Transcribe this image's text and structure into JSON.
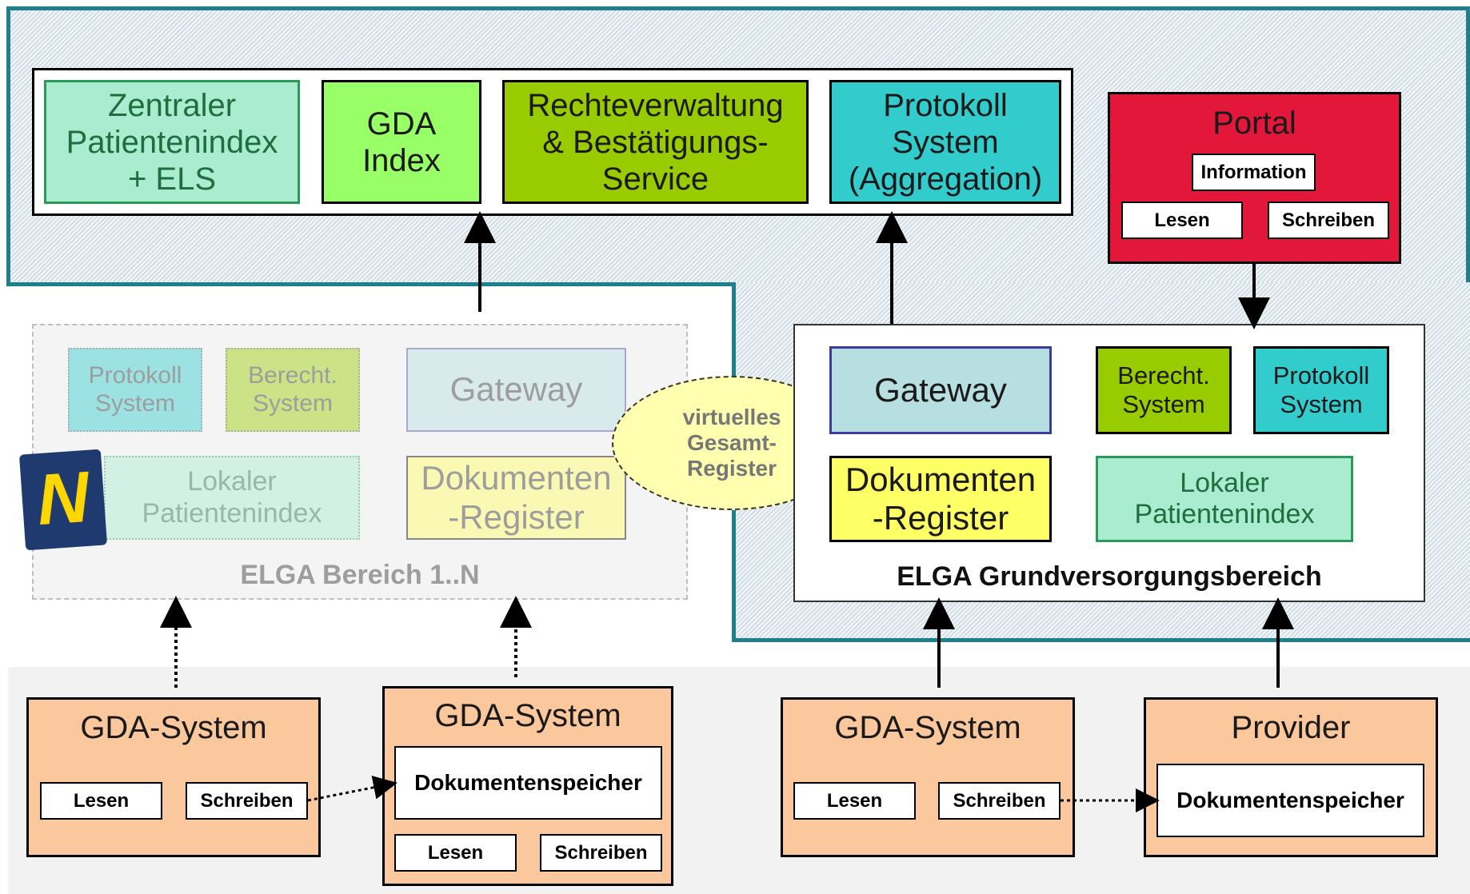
{
  "colors": {
    "teal_border": "#1f7f8c",
    "zentraler": "#a9ecd0",
    "gda_index": "#99ff66",
    "rechte": "#99cc00",
    "protokoll": "#33cccc",
    "portal": "#e2173a",
    "gateway": "#b7dee1",
    "dokumenten": "#ffff66",
    "lokaler": "#a9ecd0",
    "orange": "#fbc89d",
    "cloud": "#ffffb0"
  },
  "central": {
    "zentraler": "Zentraler\nPatientenindex\n+ ELS",
    "gda_index": "GDA\nIndex",
    "rechte": "Rechteverwaltung\n& Bestätigungs-\nService",
    "protokoll": "Protokoll\nSystem\n(Aggregation)"
  },
  "portal": {
    "title": "Portal",
    "information": "Information",
    "lesen": "Lesen",
    "schreiben": "Schreiben"
  },
  "elga_bereich": {
    "protokoll": "Protokoll\nSystem",
    "berecht": "Berecht.\nSystem",
    "gateway": "Gateway",
    "lokaler": "Lokaler\nPatientenindex",
    "dokumenten": "Dokumenten\n-Register",
    "label": "ELGA Bereich 1..N",
    "logo_letter": "N"
  },
  "cloud": {
    "label": "virtuelles\nGesamt-\nRegister"
  },
  "grund": {
    "gateway": "Gateway",
    "berecht": "Berecht.\nSystem",
    "protokoll": "Protokoll\nSystem",
    "dokumenten": "Dokumenten\n-Register",
    "lokaler": "Lokaler\nPatientenindex",
    "label": "ELGA Grundversorgungsbereich"
  },
  "bottom": {
    "gda1": {
      "title": "GDA-System",
      "lesen": "Lesen",
      "schreiben": "Schreiben"
    },
    "gda2": {
      "title": "GDA-System",
      "speicher": "Dokumentenspeicher",
      "lesen": "Lesen",
      "schreiben": "Schreiben"
    },
    "gda3": {
      "title": "GDA-System",
      "lesen": "Lesen",
      "schreiben": "Schreiben"
    },
    "provider": {
      "title": "Provider",
      "speicher": "Dokumentenspeicher"
    }
  }
}
